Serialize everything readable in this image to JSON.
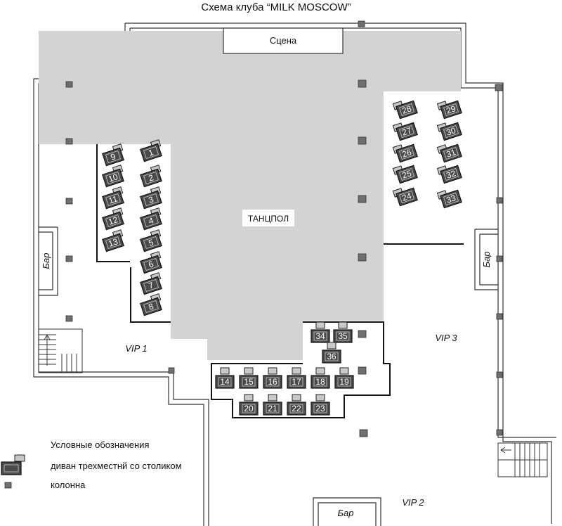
{
  "title": "Схема клуба “MILK MOSCOW”",
  "zones": {
    "stage": "Сцена",
    "dance_floor": "ТАНЦПОЛ",
    "vip1": "VIP 1",
    "vip2": "VIP 2",
    "vip3": "VIP 3",
    "bar": "Бар"
  },
  "legend": {
    "title": "Условные обозначения",
    "sofa": "диван трехместнй со столиком",
    "column": "колонна"
  },
  "tables": [
    "1",
    "2",
    "3",
    "4",
    "5",
    "6",
    "7",
    "8",
    "9",
    "10",
    "11",
    "12",
    "13",
    "14",
    "15",
    "16",
    "17",
    "18",
    "19",
    "20",
    "21",
    "22",
    "23",
    "24",
    "25",
    "26",
    "27",
    "28",
    "29",
    "30",
    "31",
    "32",
    "33",
    "34",
    "35",
    "36"
  ]
}
